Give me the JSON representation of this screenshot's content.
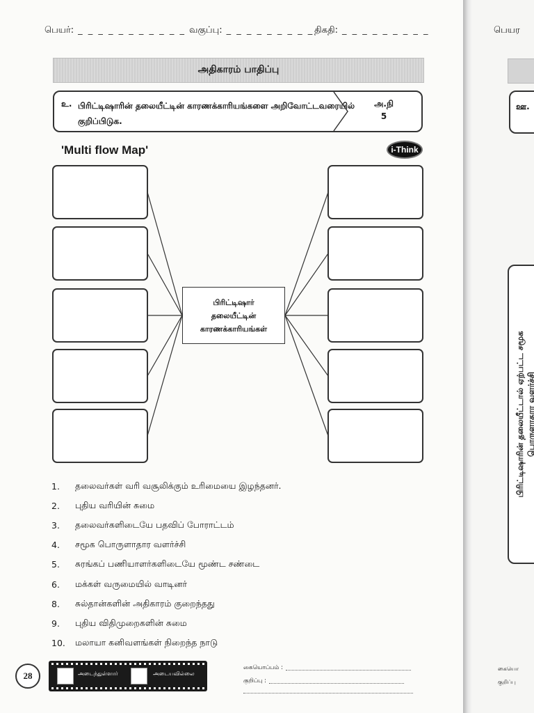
{
  "header": {
    "name_label": "பெயர்:",
    "class_label": "வகுப்பு:",
    "date_label": "திகதி:",
    "name_blank": "_ _ _ _ _ _ _ _ _ _ _",
    "class_blank": "_ _ _ _ _ _ _ _ _",
    "date_blank": "_ _ _ _ _ _ _ _ _"
  },
  "banner": {
    "title": "அதிகாரம் பாதிப்பு"
  },
  "objective": {
    "prefix": "உ.",
    "text": "பிரிட்டிஷாரின் தலையீட்டின் காரணக்காரியங்களை அறிவோட்டவரையில் குறிப்பிடுக.",
    "code_line1": "அ.நி",
    "code_line2": "5"
  },
  "map": {
    "title": "'Multi flow Map'",
    "badge": "i-Think",
    "center_line1": "பிரிட்டிஷார்",
    "center_line2": "தலையீட்டின்",
    "center_line3": "காரணக்காரியங்கள்"
  },
  "items": [
    {
      "num": "1.",
      "text": "தலைவர்கள் வரி வசூலிக்கும் உரிமையை இழந்தனர்."
    },
    {
      "num": "2.",
      "text": "புதிய வரியின் சுமை"
    },
    {
      "num": "3.",
      "text": "தலைவர்களிடையே பதவிப் போராட்டம்"
    },
    {
      "num": "4.",
      "text": "சமூக பொருளாதார வளர்ச்சி"
    },
    {
      "num": "5.",
      "text": "சுரங்கப் பணியாளர்களிடையே மூண்ட சண்டை"
    },
    {
      "num": "6.",
      "text": "மக்கள் வருமையில் வாடினர்"
    },
    {
      "num": "8.",
      "text": "சுல்தான்களின் அதிகாரம் குறைந்தது"
    },
    {
      "num": "9.",
      "text": "புதிய விதிமுறைகளின் சுமை"
    },
    {
      "num": "10.",
      "text": "மலாயா கனிவளங்கள் நிறைந்த நாடு"
    }
  ],
  "footer": {
    "page_number": "28",
    "achieved_label": "அடைந்துள்ளார்",
    "not_achieved_label": "அடையவில்லை",
    "signature_label": "கையொப்பம் :",
    "note_label": "குறிப்பு :"
  },
  "next_page": {
    "name_label": "பெயர",
    "prefix": "ஊ.",
    "vertical_line1": "பிரிட்டிஷாரின் தலையீட்டால் ஏற்பட்ட சமூக",
    "vertical_line2": "பொருளாதார வளர்ச்சி",
    "foot_sign": "கையொ",
    "foot_note": "குறிப்பு"
  }
}
